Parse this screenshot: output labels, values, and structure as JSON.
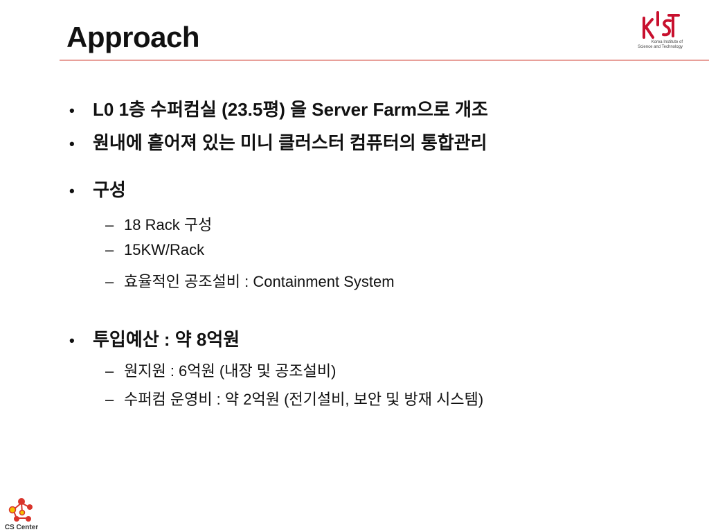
{
  "slide": {
    "title": "Approach",
    "logo_sub_line1": "Korea Institute of",
    "logo_sub_line2": "Science and Technology",
    "footer_label": "CS Center"
  },
  "bullets": [
    {
      "text": "L0 1층 수퍼컴실 (23.5평) 을 Server Farm으로 개조"
    },
    {
      "text": "원내에 흩어져 있는 미니 클러스터 컴퓨터의 통합관리"
    },
    {
      "text": "구성",
      "sub": [
        "18 Rack 구성",
        "15KW/Rack",
        "효율적인 공조설비 : Containment System"
      ]
    },
    {
      "text": "투입예산 : 약 8억원",
      "sub": [
        "원지원 : 6억원 (내장 및 공조설비)",
        "수퍼컴 운영비 : 약 2억원 (전기설비, 보안 및 방재 시스템)"
      ]
    }
  ],
  "bullet_glyph": "•",
  "dash_glyph": "–",
  "colors": {
    "rule": "#e8a09a",
    "logo_red": "#c8102e",
    "cs_red": "#d9342b",
    "cs_yellow": "#f2c200"
  }
}
